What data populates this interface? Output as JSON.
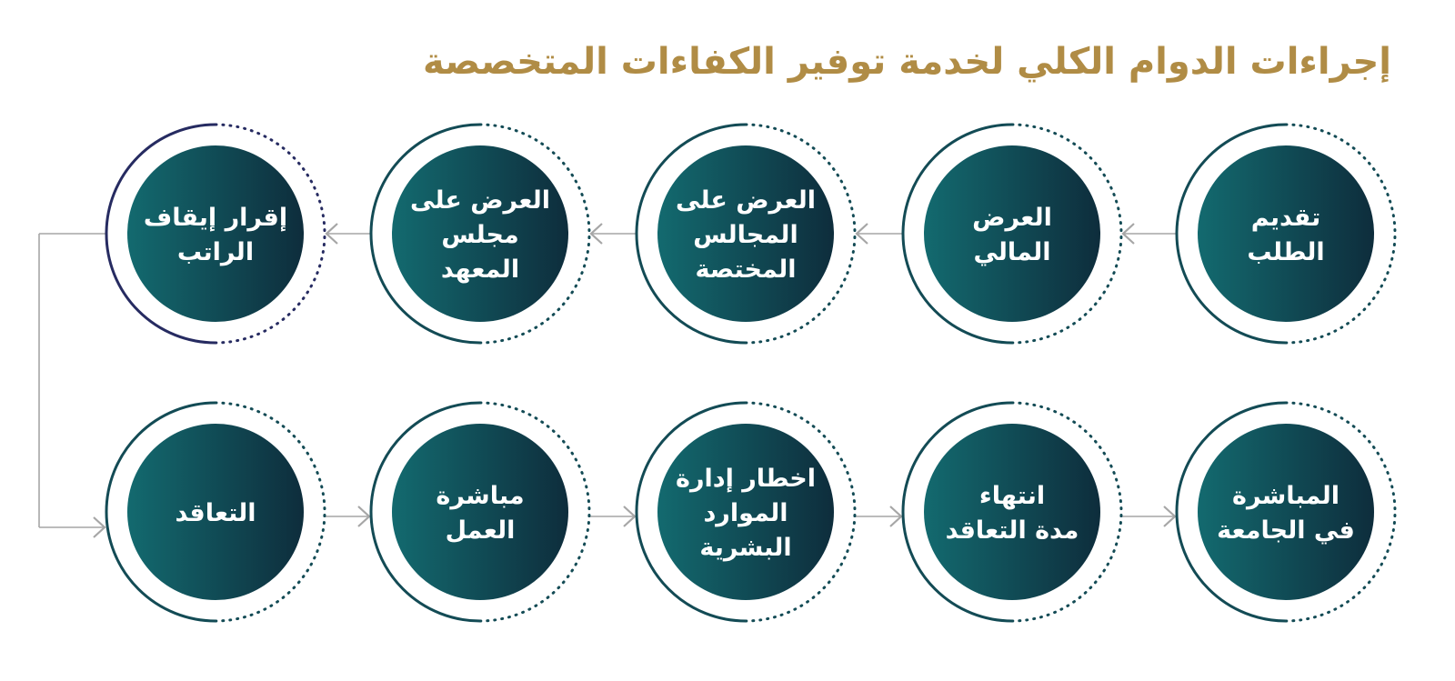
{
  "title": "إجراءات الدوام الكلي لخدمة توفير الكفاءات المتخصصة",
  "colors": {
    "title": "#b08c45",
    "circle_gradient_start": "#136a6f",
    "circle_gradient_end": "#0e2d3c",
    "ring": "#134b55",
    "ring_highlight": "#262b61",
    "connector": "#a6a6a6"
  },
  "steps": [
    {
      "lines": [
        "تقديم",
        "الطلب"
      ]
    },
    {
      "lines": [
        "العرض",
        "المالي"
      ]
    },
    {
      "lines": [
        "العرض على",
        "المجالس",
        "المختصة"
      ]
    },
    {
      "lines": [
        "العرض على",
        "مجلس",
        "المعهد"
      ]
    },
    {
      "lines": [
        "إقرار إيقاف",
        "الراتب"
      ]
    },
    {
      "lines": [
        "التعاقد"
      ]
    },
    {
      "lines": [
        "مباشرة",
        "العمل"
      ]
    },
    {
      "lines": [
        "اخطار إدارة",
        "الموارد",
        "البشرية"
      ]
    },
    {
      "lines": [
        "انتهاء",
        "مدة التعاقد"
      ]
    },
    {
      "lines": [
        "المباشرة",
        "في الجامعة"
      ]
    }
  ]
}
